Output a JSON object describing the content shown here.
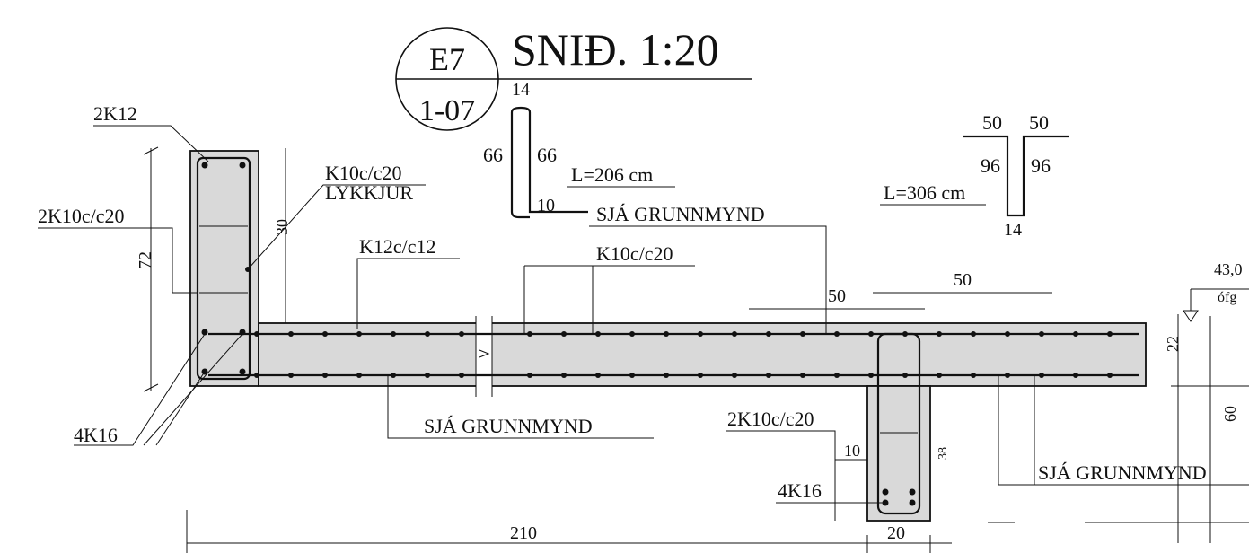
{
  "title": {
    "detail_id": "E7",
    "sheet": "1-07",
    "text": "SNIÐ. 1:20"
  },
  "labels": {
    "wall_top_bars": "2K12",
    "wall_stirrups": "2K10c/c20",
    "wall_bottom_bars": "4K16",
    "wall_height": "72",
    "wall_height_30": "30",
    "hook_bars": "K10c/c20",
    "hook_bars_note": "LYKKJUR",
    "slab_top_bars": "K12c/c12",
    "slab_bars": "K10c/c20",
    "see_plan_1": "SJÁ GRUNNMYND",
    "see_plan_2": "SJÁ GRUNNMYND",
    "see_plan_3": "SJÁ GRUNNMYND",
    "beam_stirrups": "2K10c/c20",
    "beam_bottom_bars": "4K16",
    "beam_dim_10": "10",
    "beam_dim_38": "38",
    "dim_50_a": "50",
    "dim_50_b": "50",
    "slab_thickness": "22",
    "beam_depth": "60",
    "elev_value": "43,0",
    "elev_note": "ófg",
    "dim_210": "210",
    "dim_20": "20"
  },
  "bar_schedule_1": {
    "top": "14",
    "left": "66",
    "right": "66",
    "bottom": "10",
    "length": "L=206 cm"
  },
  "bar_schedule_2": {
    "top_left": "50",
    "top_right": "50",
    "left": "96",
    "right": "96",
    "bottom": "14",
    "length": "L=306 cm"
  }
}
